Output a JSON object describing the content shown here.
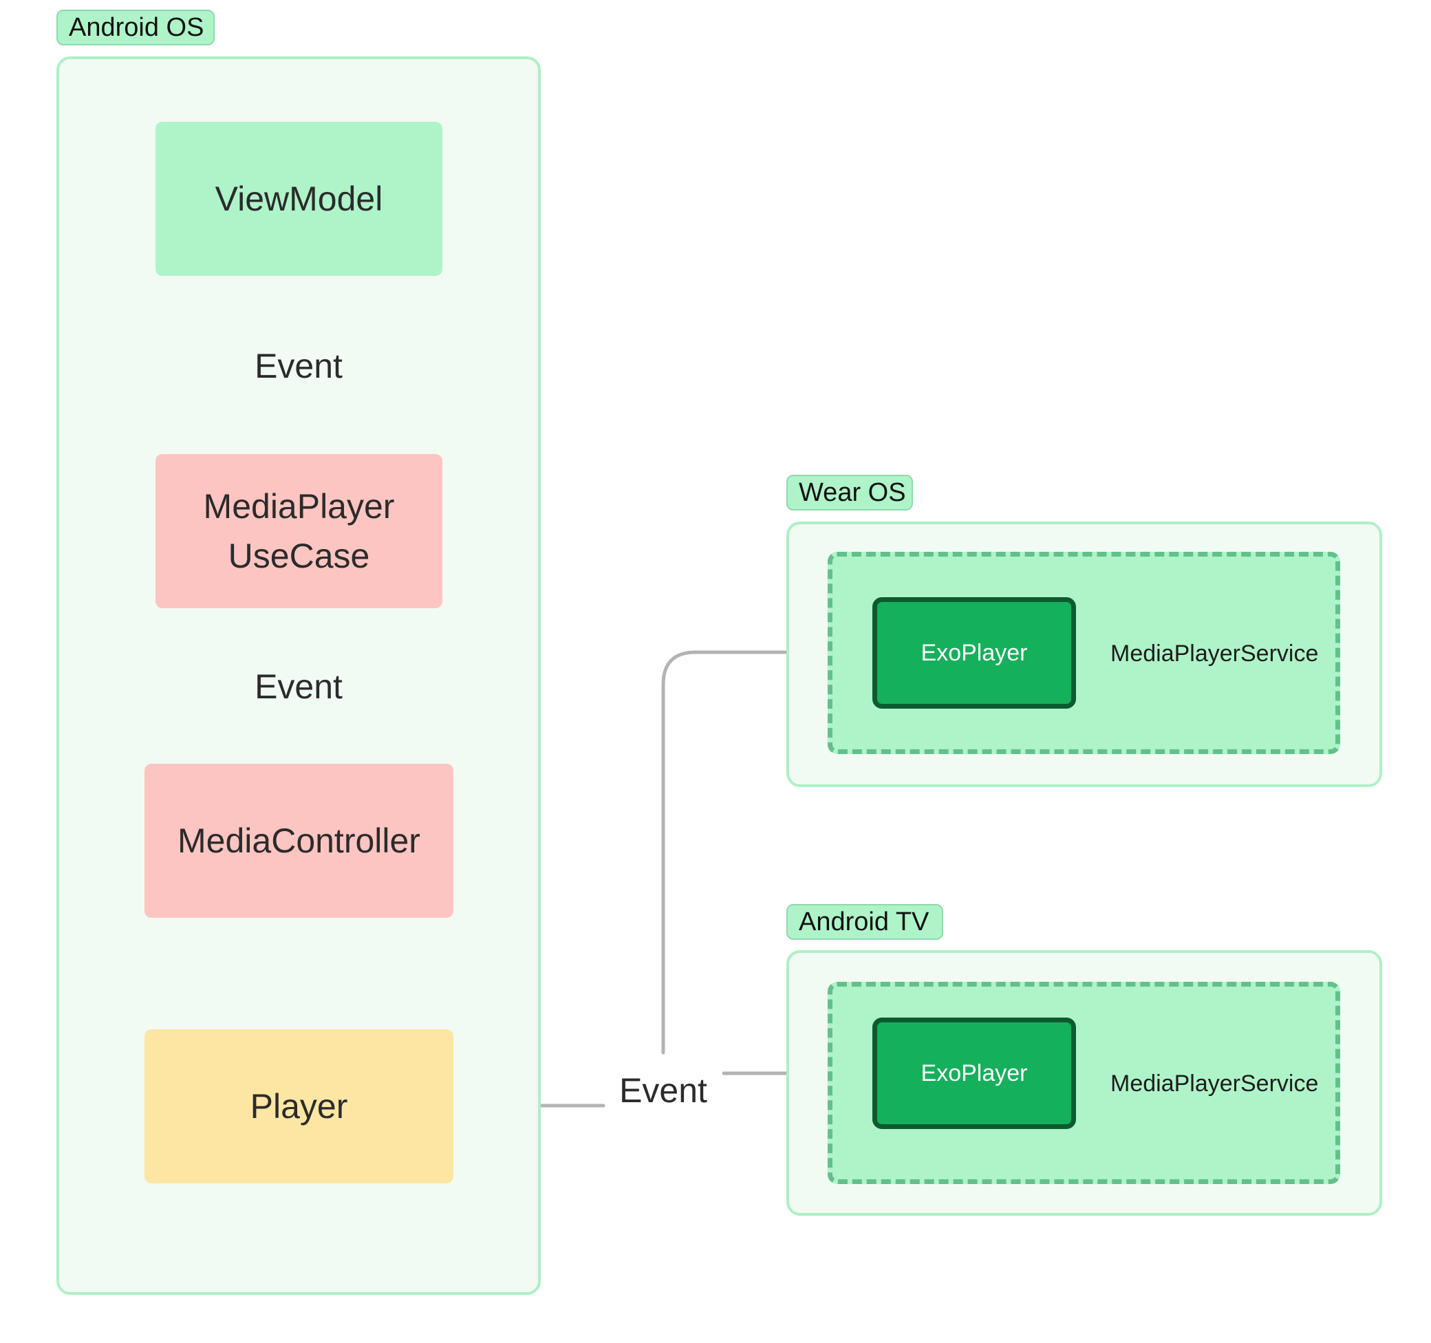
{
  "groups": {
    "android_os": {
      "label": "Android OS"
    },
    "wear_os": {
      "label": "Wear OS"
    },
    "android_tv": {
      "label": "Android TV"
    }
  },
  "nodes": {
    "viewmodel": "ViewModel",
    "usecase_line1": "MediaPlayer",
    "usecase_line2": "UseCase",
    "mediacontroller": "MediaController",
    "player": "Player"
  },
  "edges": {
    "vm_to_usecase": "Event",
    "usecase_to_controller": "Event",
    "player_to_devices": "Event"
  },
  "wear_os": {
    "exoplayer": "ExoPlayer",
    "service": "MediaPlayerService"
  },
  "android_tv": {
    "exoplayer": "ExoPlayer",
    "service": "MediaPlayerService"
  },
  "colors": {
    "group_fill": "#f1fbf4",
    "group_border": "#aef0c6",
    "green_node": "#aef4c8",
    "red_node": "#fdc5c1",
    "yellow_node": "#fde6a3",
    "exoplayer_fill": "#15b05c",
    "exoplayer_border": "#0c5a30",
    "service_border": "#63c08a",
    "connector": "#b3b3b3"
  }
}
